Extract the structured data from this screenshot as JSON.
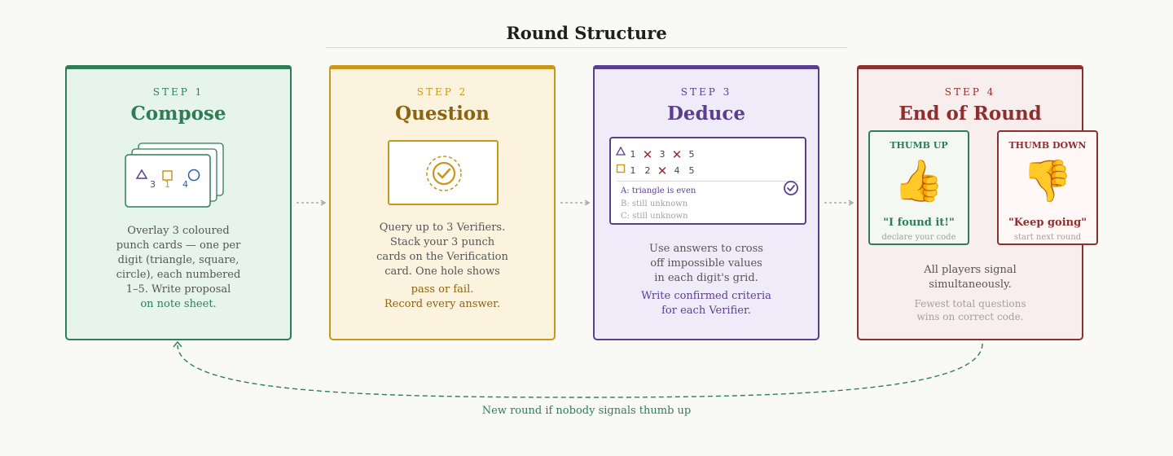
{
  "title": "Round Structure",
  "colors": {
    "green": "#2e7d57",
    "gold": "#c9971b",
    "purple": "#5a3f8e",
    "red": "#8e2f2f"
  },
  "steps": [
    {
      "step_label": "STEP 1",
      "heading": "Compose",
      "card_numbers": [
        "3",
        "1",
        "4"
      ],
      "body": [
        "Overlay 3 coloured",
        "punch cards — one per",
        "digit (triangle, square,",
        "circle), each numbered",
        "1–5. Write proposal"
      ],
      "accent": "on note sheet."
    },
    {
      "step_label": "STEP 2",
      "heading": "Question",
      "icon": "check-circle-icon",
      "body": [
        "Query up to 3 Verifiers.",
        "Stack your 3 punch",
        "cards on the Verification",
        "card. One hole shows"
      ],
      "accent": [
        "pass or fail.",
        "Record every answer."
      ]
    },
    {
      "step_label": "STEP 3",
      "heading": "Deduce",
      "grid": {
        "row1": [
          "1",
          "✕",
          "3",
          "✕",
          "5"
        ],
        "row2": [
          "1",
          "2",
          "✕",
          "4",
          "5"
        ],
        "line_a": "A: triangle is even",
        "line_b": "B: still unknown",
        "line_c": "C: still unknown"
      },
      "body": [
        "Use answers to cross",
        "off impossible values",
        "in each digit's grid."
      ],
      "accent": [
        "Write confirmed criteria",
        "for each Verifier."
      ]
    },
    {
      "step_label": "STEP 4",
      "heading": "End of Round",
      "thumb_up": {
        "title": "THUMB UP",
        "emoji": "👍",
        "quote": "\"I found it!\"",
        "sub": "declare your code"
      },
      "thumb_down": {
        "title": "THUMB DOWN",
        "emoji": "👎",
        "quote": "\"Keep going\"",
        "sub": "start next round"
      },
      "body": [
        "All players signal",
        "simultaneously."
      ],
      "muted": [
        "Fewest total questions",
        "wins on correct code."
      ]
    }
  ],
  "loop_label": "New round if nobody signals thumb up"
}
